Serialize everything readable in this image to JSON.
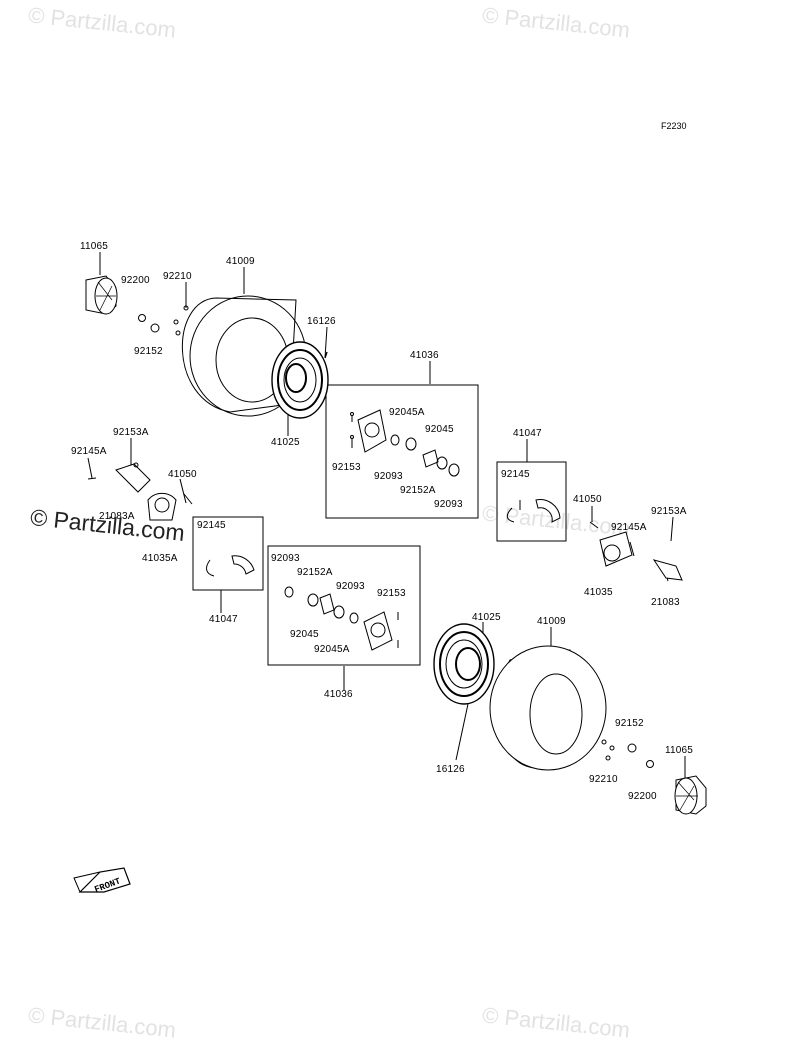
{
  "figure_code": "F2230",
  "watermark": "© Partzilla.com",
  "front_label": "FRONT",
  "labels": {
    "p11065_top": "11065",
    "p92200_top": "92200",
    "p92210_top": "92210",
    "p41009_top": "41009",
    "p92152_top": "92152",
    "p16126_top": "16126",
    "p41025_top": "41025",
    "p41036_top": "41036",
    "p92045A_top": "92045A",
    "p92045_top": "92045",
    "p92153_top": "92153",
    "p92093_top_a": "92093",
    "p92152A_top": "92152A",
    "p92093_top_b": "92093",
    "p41047_right": "41047",
    "p92145_right": "92145",
    "p41050_right": "41050",
    "p92153A_right": "92153A",
    "p92145A_right": "92145A",
    "p41035_right": "41035",
    "p21083_right": "21083",
    "p92153A_left": "92153A",
    "p92145A_left": "92145A",
    "p41050_left": "41050",
    "p21083A_left": "21083A",
    "p41035A_left": "41035A",
    "p92145_left": "92145",
    "p41047_left": "41047",
    "p92093_bot_a": "92093",
    "p92152A_bot": "92152A",
    "p92093_bot_b": "92093",
    "p92153_bot": "92153",
    "p92045_bot": "92045",
    "p92045A_bot": "92045A",
    "p41036_bot": "41036",
    "p41025_bot": "41025",
    "p41009_bot": "41009",
    "p16126_bot": "16126",
    "p92152_bot": "92152",
    "p92210_bot": "92210",
    "p92200_bot": "92200",
    "p11065_bot": "11065"
  }
}
